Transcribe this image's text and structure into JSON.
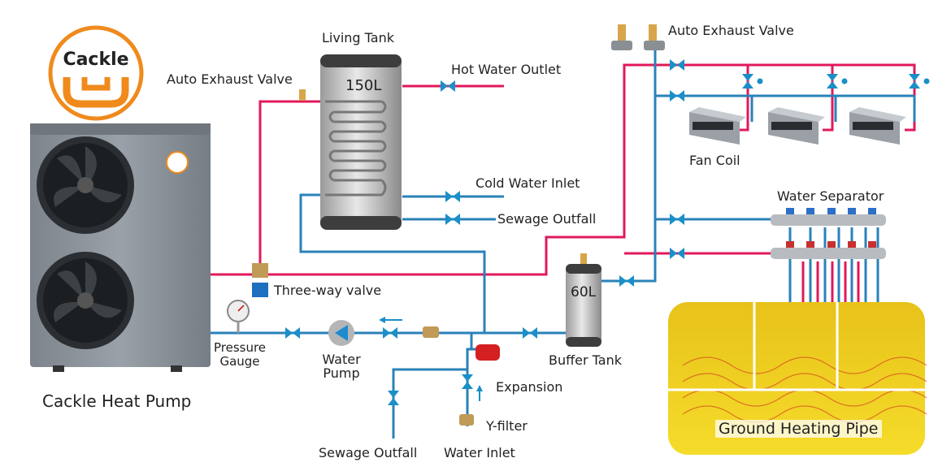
{
  "brand": {
    "name": "Cackle",
    "color": "#f08a1c"
  },
  "colors": {
    "hot_pipe": "#e0195a",
    "cold_pipe": "#2a82b8",
    "valve": "#1a8fc8",
    "pump": "#1e8bd0",
    "unit_body": "#8d949c",
    "tank": "#4a4a4a",
    "floor": "#f2d21c"
  },
  "heat_pump": {
    "label": "Cackle Heat Pump"
  },
  "living_tank": {
    "title": "Living Tank",
    "capacity": "150L"
  },
  "buffer_tank": {
    "label": "Buffer Tank",
    "capacity": "60L"
  },
  "labels": {
    "auto_exhaust_valve_left": "Auto Exhaust Valve",
    "auto_exhaust_valve_right": "Auto Exhaust Valve",
    "hot_water_outlet": "Hot Water Outlet",
    "cold_water_inlet": "Cold Water Inlet",
    "sewage_outfall_tank": "Sewage Outfall",
    "three_way_valve": "Three-way valve",
    "pressure_gauge_line1": "Pressure",
    "pressure_gauge_line2": "Gauge",
    "water_pump_line1": "Water",
    "water_pump_line2": "Pump",
    "expansion": "Expansion",
    "y_filter": "Y-filter",
    "sewage_outfall_bottom": "Sewage Outfall",
    "water_inlet": "Water Inlet",
    "fan_coil": "Fan Coil",
    "water_separator": "Water Separator",
    "ground_heating_pipe": "Ground Heating Pipe"
  }
}
